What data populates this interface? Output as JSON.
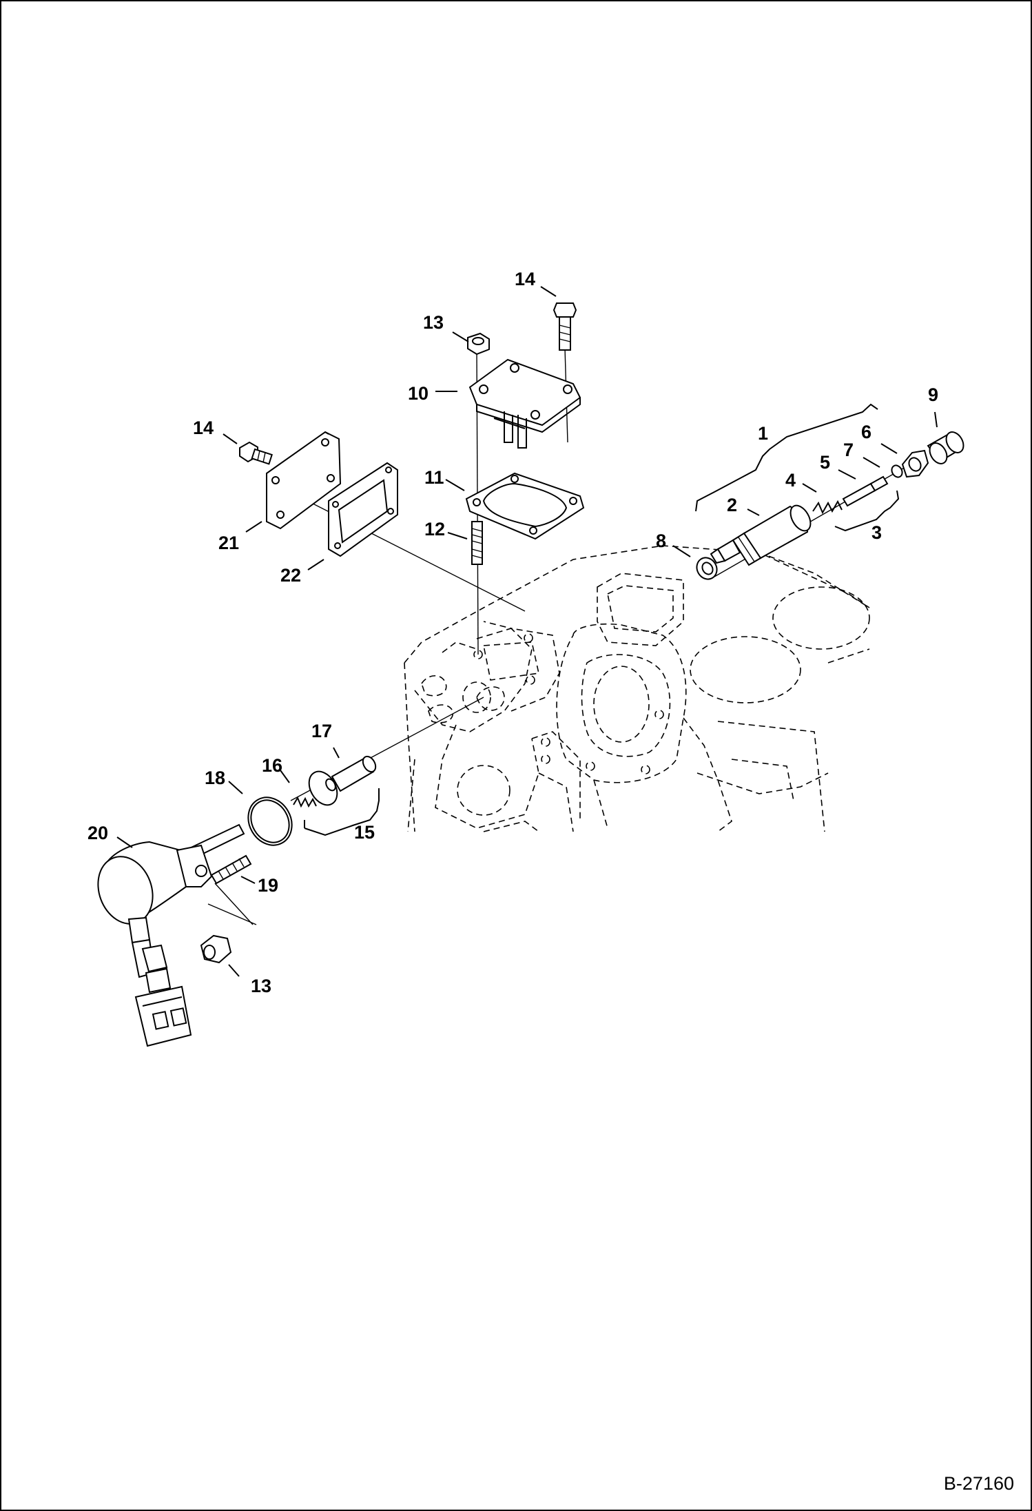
{
  "document_number": "B-27160",
  "callouts": {
    "c1": "1",
    "c2": "2",
    "c3": "3",
    "c4": "4",
    "c5": "5",
    "c6": "6",
    "c7": "7",
    "c8": "8",
    "c9": "9",
    "c10": "10",
    "c11": "11",
    "c12": "12",
    "c13a": "13",
    "c13b": "13",
    "c14a": "14",
    "c14b": "14",
    "c15": "15",
    "c16": "16",
    "c17": "17",
    "c18": "18",
    "c19": "19",
    "c20": "20",
    "c21": "21",
    "c22": "22"
  }
}
